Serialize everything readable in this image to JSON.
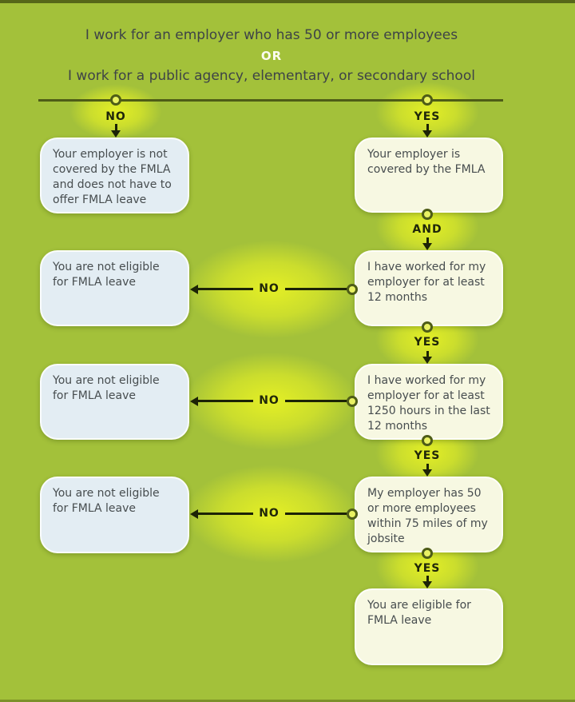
{
  "colors": {
    "background": "#a3c13a",
    "glow": "#ebf423",
    "branch_line": "#4e5c17",
    "arrow": "#1c2306",
    "left_box_fill": "#e3edf3",
    "right_box_fill": "#f7f8e2",
    "box_text": "#474d4f",
    "branch_label_text": "#20270a",
    "or_text": "#fbfcf0"
  },
  "header": {
    "line1": "I work for an employer who has 50 or more employees",
    "conjunction": "OR",
    "line2": "I work for a public agency, elementary, or secondary school"
  },
  "labels": {
    "no": "NO",
    "yes": "YES",
    "and": "AND"
  },
  "nodes": {
    "employer_not_covered": "Your employer is not covered by the FMLA and does not have to offer FMLA leave",
    "employer_covered": "Your employer is covered by the FMLA",
    "worked_12_months": "I have worked for my employer for at least 12 months",
    "not_eligible_row2": "You are not eligible for FMLA leave",
    "worked_1250_hours": "I have worked for my employer for at least 1250 hours in the last 12 months",
    "not_eligible_row3": "You are not eligible for FMLA leave",
    "employees_within_75_miles": "My employer has 50 or more employees within 75 miles of my jobsite",
    "not_eligible_row4": "You are not eligible for FMLA leave",
    "eligible": "You are eligible for FMLA leave"
  }
}
